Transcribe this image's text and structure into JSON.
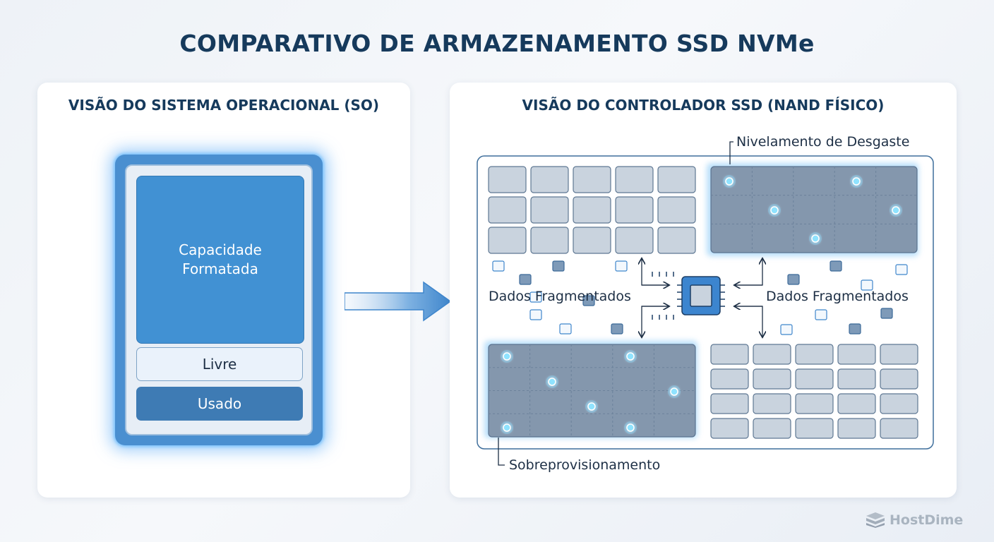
{
  "title": "COMPARATIVO DE ARMAZENAMENTO SSD NVMe",
  "os_panel": {
    "heading": "VISÃO DO SISTEMA OPERACIONAL (SO)",
    "capacity_label": "Capacidade\nFormatada",
    "free_label": "Livre",
    "used_label": "Usado"
  },
  "controller_panel": {
    "heading": "VISÃO DO CONTROLADOR SSD (NAND FÍSICO)",
    "wear_leveling_label": "Nivelamento de Desgaste",
    "fragmented_left_label": "Dados Fragmentados",
    "fragmented_right_label": "Dados Fragmentados",
    "overprovisioning_label": "Sobreprovisionamento"
  },
  "logo": {
    "text": "HostDime",
    "icon": "hostdime-logo-icon"
  },
  "colors": {
    "title": "#163a5c",
    "device_blue": "#4191d3",
    "used_blue": "#3e7bb4",
    "glow": "#5ab2f5",
    "cell_gray": "#c9d3de",
    "dark_block": "#8497ad"
  }
}
